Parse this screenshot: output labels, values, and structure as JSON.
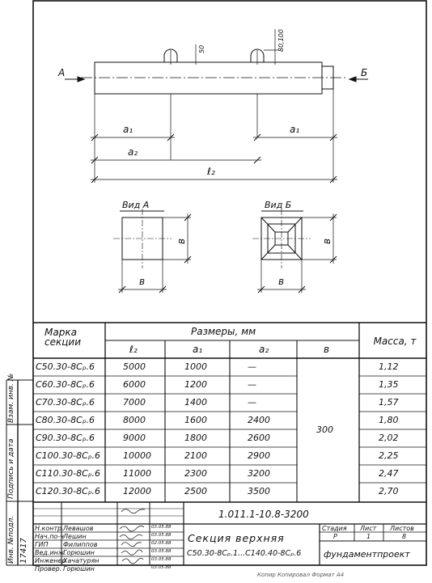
{
  "drawing": {
    "label_a": "А",
    "label_b": "Б",
    "dim_50": "50",
    "dim_80_100": "80,100",
    "dim_a1": "a₁",
    "dim_a2": "a₂",
    "dim_l2": "ℓ₂",
    "view_a_caption": "Вид А",
    "view_b_caption": "Вид Б",
    "dim_v": "в"
  },
  "table": {
    "headers": {
      "marka": "Марка секции",
      "razmery": "Размеры, мм",
      "massa": "Масса, т",
      "l2": "ℓ₂",
      "a1": "a₁",
      "a2": "a₂",
      "v": "в"
    },
    "v_value": "300",
    "rows": [
      {
        "mark": "С50.30-8Сₚ.6",
        "l2": "5000",
        "a1": "1000",
        "a2": "—",
        "mass": "1,12"
      },
      {
        "mark": "С60.30-8Сₚ.6",
        "l2": "6000",
        "a1": "1200",
        "a2": "—",
        "mass": "1,35"
      },
      {
        "mark": "С70.30-8Сₚ.6",
        "l2": "7000",
        "a1": "1400",
        "a2": "—",
        "mass": "1,57"
      },
      {
        "mark": "С80.30-8Сₚ.6",
        "l2": "8000",
        "a1": "1600",
        "a2": "2400",
        "mass": "1,80"
      },
      {
        "mark": "С90.30-8Сₚ.6",
        "l2": "9000",
        "a1": "1800",
        "a2": "2600",
        "mass": "2,02"
      },
      {
        "mark": "С100.30-8Сₚ.6",
        "l2": "10000",
        "a1": "2100",
        "a2": "2900",
        "mass": "2,25"
      },
      {
        "mark": "С110.30-8Сₚ.6",
        "l2": "11000",
        "a1": "2300",
        "a2": "3200",
        "mass": "2,47"
      },
      {
        "mark": "С120.30-8Сₚ.6",
        "l2": "12000",
        "a1": "2500",
        "a2": "3500",
        "mass": "2,70"
      }
    ]
  },
  "stamp": {
    "doc_code": "1.011.1-10.8-3200",
    "roles": [
      {
        "role": "Н.контр.",
        "name": "Левашов",
        "sig": "Левашов",
        "date": "03.05.88"
      },
      {
        "role": "Нач.по-ч",
        "name": "Лешин",
        "sig": "Лешин",
        "date": "03.05.88"
      },
      {
        "role": "ГИП",
        "name": "Филиппов",
        "sig": "Филиппов",
        "date": "02.05.88"
      },
      {
        "role": "Вед.инж.",
        "name": "Горюшин",
        "sig": "Горюшин",
        "date": "03.05.88"
      },
      {
        "role": "Инженер",
        "name": "Хачатурян",
        "sig": "Хачатурян",
        "date": "03.05.88"
      },
      {
        "role": "Провер.",
        "name": "Горюшин",
        "sig": "Горюшин",
        "date": "03.05.88"
      }
    ],
    "title_main": "Секция верхняя",
    "title_sub": "С50.30-8Сₚ.1...С140.40-8Сₚ.6",
    "stage_label": "Стадия",
    "sheet_label": "Лист",
    "sheets_label": "Листов",
    "stage_value": "Р",
    "sheet_value": "1",
    "sheets_value": "8",
    "org": "фундаментпроект"
  },
  "side_strip": {
    "inv_podl": "Инв. №подл.",
    "podpis": "Подпись и дата",
    "vzam": "Взам. инв. №",
    "inv_number": "17417"
  },
  "footer_scribble": "Копир Копировал Формат А4"
}
